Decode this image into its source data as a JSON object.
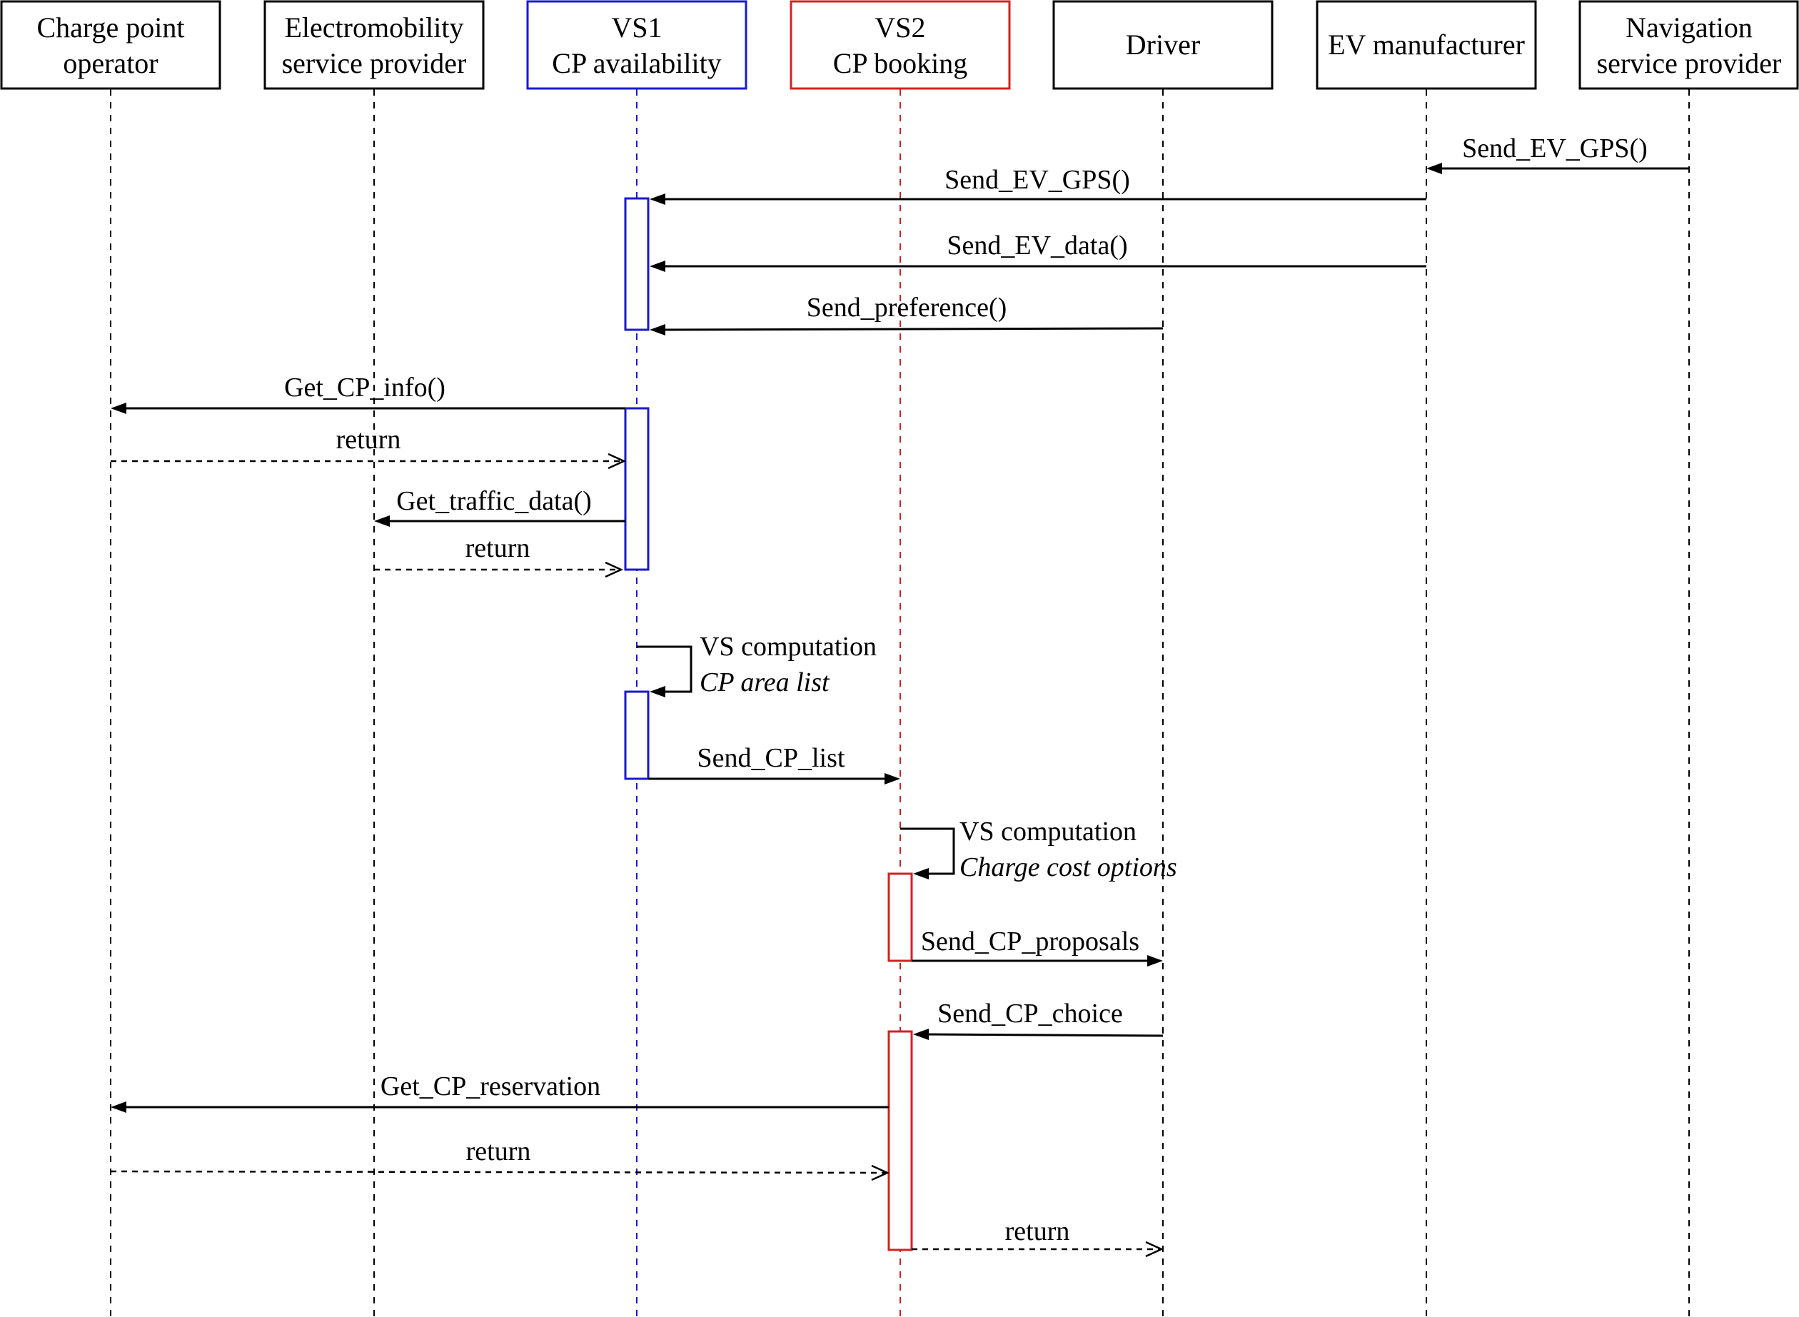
{
  "colors": {
    "black": "#000000",
    "vs1": "#1a1acc",
    "vs2": "#d42020"
  },
  "actors": [
    {
      "id": "cpo",
      "lines": [
        "Charge point",
        "operator"
      ],
      "color": "black"
    },
    {
      "id": "emsp",
      "lines": [
        "Electromobility",
        "service provider"
      ],
      "color": "black"
    },
    {
      "id": "vs1",
      "lines": [
        "VS1",
        "CP availability"
      ],
      "color": "vs1"
    },
    {
      "id": "vs2",
      "lines": [
        "VS2",
        "CP booking"
      ],
      "color": "vs2"
    },
    {
      "id": "driver",
      "lines": [
        "Driver"
      ],
      "color": "black"
    },
    {
      "id": "evm",
      "lines": [
        "EV manufacturer"
      ],
      "color": "black"
    },
    {
      "id": "nsp",
      "lines": [
        "Navigation",
        "service provider"
      ],
      "color": "black"
    }
  ],
  "messages": [
    {
      "id": "m1",
      "from": "nsp",
      "to": "evm",
      "label": "Send_EV_GPS()",
      "kind": "sync"
    },
    {
      "id": "m2",
      "from": "evm",
      "to": "vs1",
      "label": "Send_EV_GPS()",
      "kind": "sync"
    },
    {
      "id": "m3",
      "from": "evm",
      "to": "vs1",
      "label": "Send_EV_data()",
      "kind": "sync"
    },
    {
      "id": "m4",
      "from": "driver",
      "to": "vs1",
      "label": "Send_preference()",
      "kind": "sync"
    },
    {
      "id": "m5",
      "from": "vs1",
      "to": "cpo",
      "label": "Get_CP_info()",
      "kind": "sync"
    },
    {
      "id": "m6",
      "from": "cpo",
      "to": "vs1",
      "label": "return",
      "kind": "return"
    },
    {
      "id": "m7",
      "from": "vs1",
      "to": "emsp",
      "label": "Get_traffic_data()",
      "kind": "sync"
    },
    {
      "id": "m8",
      "from": "emsp",
      "to": "vs1",
      "label": "return",
      "kind": "return"
    },
    {
      "id": "m9",
      "from": "vs1",
      "to": "vs1",
      "label": "VS computation",
      "note": "CP area list",
      "kind": "self"
    },
    {
      "id": "m10",
      "from": "vs1",
      "to": "vs2",
      "label": "Send_CP_list",
      "kind": "sync"
    },
    {
      "id": "m11",
      "from": "vs2",
      "to": "vs2",
      "label": "VS computation",
      "note": "Charge cost options",
      "kind": "self"
    },
    {
      "id": "m12",
      "from": "vs2",
      "to": "driver",
      "label": "Send_CP_proposals",
      "kind": "sync"
    },
    {
      "id": "m13",
      "from": "driver",
      "to": "vs2",
      "label": "Send_CP_choice",
      "kind": "sync"
    },
    {
      "id": "m14",
      "from": "vs2",
      "to": "cpo",
      "label": "Get_CP_reservation",
      "kind": "sync"
    },
    {
      "id": "m15",
      "from": "cpo",
      "to": "vs2",
      "label": "return",
      "kind": "return"
    },
    {
      "id": "m16",
      "from": "vs2",
      "to": "driver",
      "label": "return",
      "kind": "return"
    }
  ]
}
